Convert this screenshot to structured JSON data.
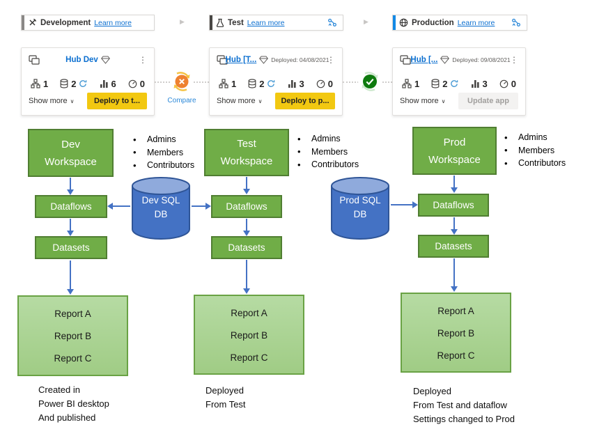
{
  "stages": [
    {
      "label": "Development",
      "link": "Learn more",
      "accent_color": "#8A8886"
    },
    {
      "label": "Test",
      "link": "Learn more",
      "accent_color": "#484644"
    },
    {
      "label": "Production",
      "link": "Learn more",
      "accent_color": "#1389E6"
    }
  ],
  "cards": [
    {
      "title": "Hub Dev",
      "deployed": "",
      "stats": [
        {
          "name": "dataflows",
          "value": "1"
        },
        {
          "name": "datasets",
          "value": "2"
        },
        {
          "name": "reports",
          "value": "6"
        },
        {
          "name": "dashboards",
          "value": "0"
        }
      ],
      "show_more": "Show more",
      "action": "Deploy to t...",
      "action_disabled": false
    },
    {
      "title": "Hub [T...",
      "deployed": "Deployed: 04/08/2021",
      "stats": [
        {
          "name": "dataflows",
          "value": "1"
        },
        {
          "name": "datasets",
          "value": "2"
        },
        {
          "name": "reports",
          "value": "3"
        },
        {
          "name": "dashboards",
          "value": "0"
        }
      ],
      "show_more": "Show more",
      "action": "Deploy to p...",
      "action_disabled": false
    },
    {
      "title": "Hub [...",
      "deployed": "Deployed: 09/08/2021",
      "stats": [
        {
          "name": "dataflows",
          "value": "1"
        },
        {
          "name": "datasets",
          "value": "2"
        },
        {
          "name": "reports",
          "value": "3"
        },
        {
          "name": "dashboards",
          "value": "0"
        }
      ],
      "show_more": "Show more",
      "action": "Update app",
      "action_disabled": true
    }
  ],
  "connectors": [
    {
      "label": "Compare",
      "type": "compare"
    },
    {
      "label": "",
      "type": "success"
    }
  ],
  "columns": [
    {
      "workspace_line1": "Dev",
      "workspace_line2": "Workspace",
      "roles": [
        "Admins",
        "Members",
        "Contributors"
      ],
      "dataflows_label": "Dataflows",
      "datasets_label": "Datasets",
      "reports": [
        "Report A",
        "Report B",
        "Report C"
      ],
      "caption": [
        "Created in",
        "Power BI desktop",
        "And published"
      ]
    },
    {
      "workspace_line1": "Test",
      "workspace_line2": "Workspace",
      "roles": [
        "Admins",
        "Members",
        "Contributors"
      ],
      "dataflows_label": "Dataflows",
      "datasets_label": "Datasets",
      "reports": [
        "Report A",
        "Report B",
        "Report C"
      ],
      "caption": [
        "Deployed",
        "From Test"
      ]
    },
    {
      "workspace_line1": "Prod",
      "workspace_line2": "Workspace",
      "roles": [
        "Admins",
        "Members",
        "Contributors"
      ],
      "dataflows_label": "Dataflows",
      "datasets_label": "Datasets",
      "reports": [
        "Report A",
        "Report B",
        "Report C"
      ],
      "caption": [
        "Deployed",
        "From Test and dataflow",
        "Settings changed to Prod"
      ]
    }
  ],
  "databases": [
    {
      "line1": "Dev SQL",
      "line2": "DB"
    },
    {
      "line1": "Prod SQL",
      "line2": "DB"
    }
  ],
  "icons": {
    "more": "⋮",
    "chevron_down": "∨",
    "bullet": "•",
    "stage_arrow": "▶"
  },
  "colors": {
    "box_green": "#70AD47",
    "box_green_border": "#507E32",
    "report_green": "#A9D18E",
    "report_green_border": "#69A244",
    "db_blue": "#4472C4",
    "db_blue_top": "#8FAADC",
    "db_blue_border": "#2F5597",
    "arrow_blue": "#4472C4",
    "link_blue": "#0B6FD0",
    "button_yellow": "#F2C811",
    "compare_orange": "#EE8130",
    "success_green": "#0E7A0E"
  }
}
